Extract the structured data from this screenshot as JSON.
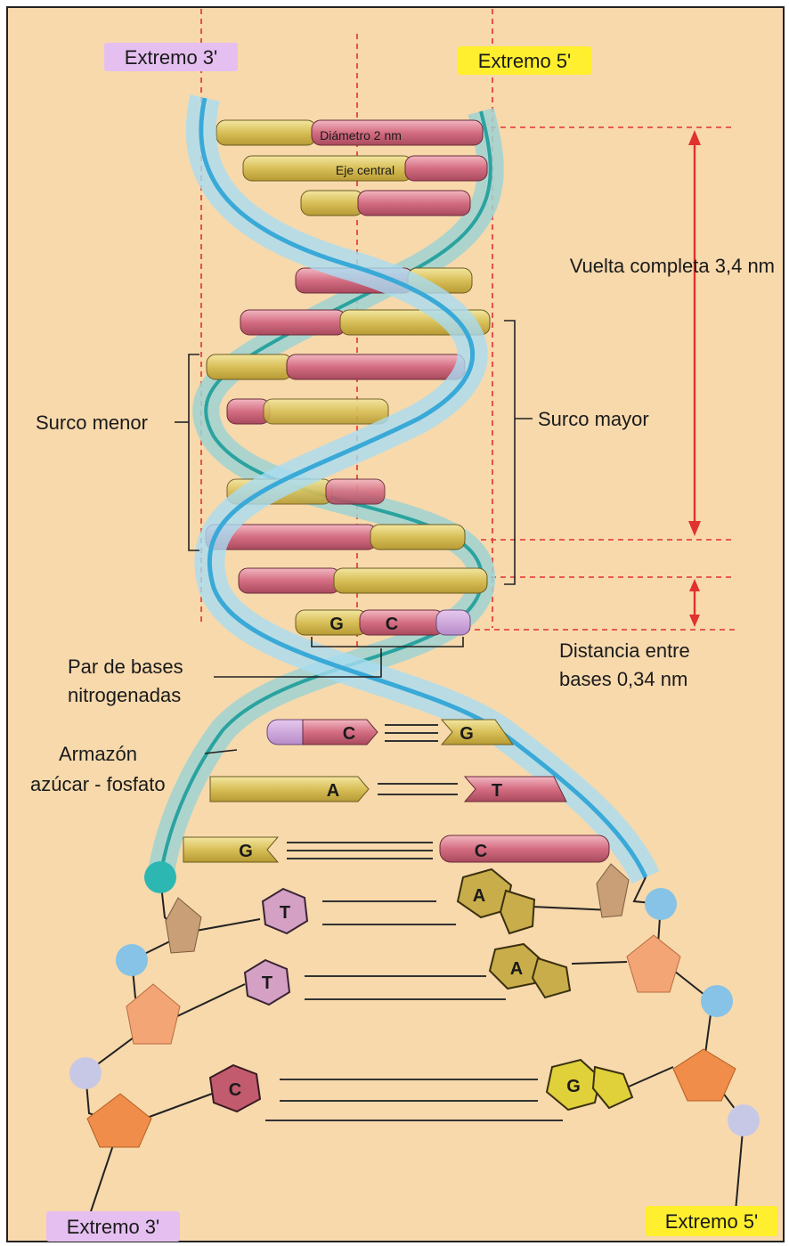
{
  "labels": {
    "top_left_end": "Extremo 3'",
    "top_right_end": "Extremo 5'",
    "bottom_left_end": "Extremo 3'",
    "bottom_right_end": "Extremo 5'",
    "diameter": "Diámetro 2 nm",
    "central_axis": "Eje central",
    "full_turn": "Vuelta completa 3,4 nm",
    "minor_groove": "Surco menor",
    "major_groove": "Surco mayor",
    "base_pair_line1": "Par de bases",
    "base_pair_line2": "nitrogenadas",
    "distance_line1": "Distancia entre",
    "distance_line2": "bases 0,34 nm",
    "backbone_line1": "Armazón",
    "backbone_line2": "azúcar - fosfato"
  },
  "helix_pairs": [
    {
      "left": "G",
      "right": "C"
    }
  ],
  "open_pairs": [
    {
      "left": "C",
      "right": "G"
    },
    {
      "left": "A",
      "right": "T"
    },
    {
      "left": "G",
      "right": "C"
    }
  ],
  "nucleotide_pairs": [
    {
      "left": "T",
      "right": "A"
    },
    {
      "left": "T",
      "right": "A"
    },
    {
      "left": "C",
      "right": "G"
    }
  ],
  "colors": {
    "background": "#f7d9ac",
    "purine": "#d9c05a",
    "pyrimidine": "#d46d82",
    "strand_blue": "#7fc3e6",
    "strand_teal": "#2aa3a0",
    "guide_red": "#e0322e",
    "label_purple": "#e5bff0",
    "label_yellow": "#ffef2e"
  }
}
